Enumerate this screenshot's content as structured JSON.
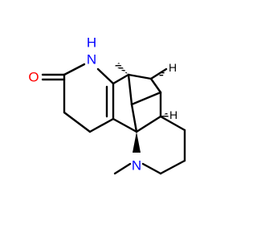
{
  "molecule": {
    "atoms": {
      "n_amide": {
        "symbol": "N",
        "hydrogen": "H",
        "color": "#0000ff"
      },
      "o_carbonyl": {
        "symbol": "O",
        "color": "#ff0000"
      },
      "n_amine": {
        "symbol": "N",
        "color": "#0000ff"
      }
    },
    "stereo_h_top": "H",
    "stereo_h_right": "H"
  }
}
